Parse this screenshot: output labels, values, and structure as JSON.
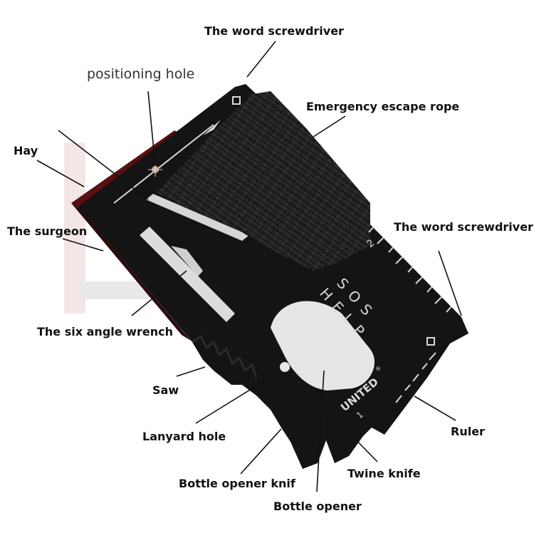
{
  "labels": {
    "screwdriver_top": "The word screwdriver",
    "positioning_hole": "positioning hole",
    "escape_rope": "Emergency escape rope",
    "hay": "Hay",
    "screwdriver_right": "The word screwdriver",
    "surgeon": "The surgeon",
    "wrench": "The six angle wrench",
    "saw": "Saw",
    "lanyard": "Lanyard hole",
    "bottle_knife": "Bottle opener knif",
    "twine_knife": "Twine knife",
    "bottle_opener": "Bottle opener",
    "ruler": "Ruler"
  },
  "card_text": {
    "sos": "S O S",
    "help": "H E L P",
    "brand": "UNITED",
    "registered": "®",
    "ruler_number": "2",
    "ruler_number_low": "1"
  },
  "colors": {
    "card": "#141414",
    "rope": "#1c1c1c",
    "edge_red": "#5a1010",
    "markings": "#d9d9d9",
    "leader": "#111111"
  }
}
